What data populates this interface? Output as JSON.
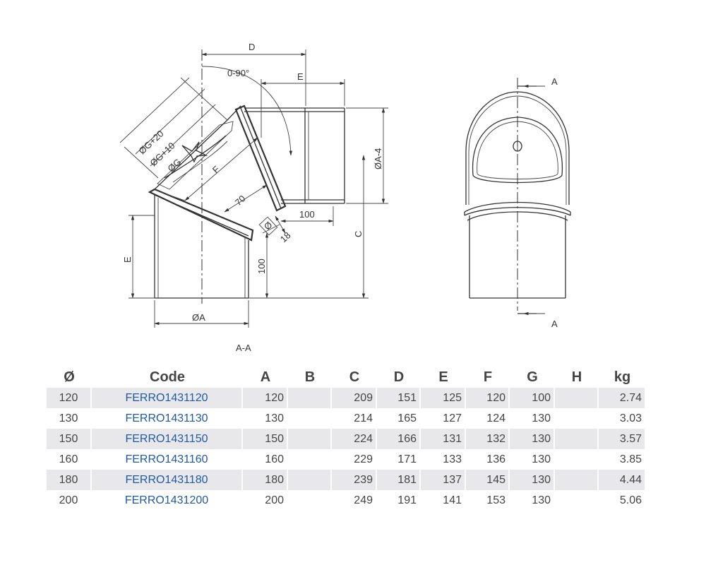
{
  "drawing": {
    "labels": {
      "d": "D",
      "angle": "0-90°",
      "e_top": "E",
      "g20": "ØG+20",
      "g10": "ØG+10",
      "g": "ØG",
      "f": "F",
      "a4": "ØA-4",
      "seventy": "70",
      "hundred_h": "100",
      "c": "C",
      "eighteen": "18",
      "e_left": "E",
      "hundred_v": "100",
      "phi": "Ø",
      "a_diam": "ØA",
      "section": "A-A",
      "arrow_top": "A",
      "arrow_bottom": "A"
    }
  },
  "table": {
    "headers": [
      "Ø",
      "Code",
      "A",
      "B",
      "C",
      "D",
      "E",
      "F",
      "G",
      "H",
      "kg"
    ],
    "rows": [
      [
        "120",
        "FERRO1431120",
        "120",
        "",
        "209",
        "151",
        "125",
        "120",
        "100",
        "",
        "2.74"
      ],
      [
        "130",
        "FERRO1431130",
        "130",
        "",
        "214",
        "165",
        "127",
        "124",
        "130",
        "",
        "3.03"
      ],
      [
        "150",
        "FERRO1431150",
        "150",
        "",
        "224",
        "166",
        "131",
        "132",
        "130",
        "",
        "3.57"
      ],
      [
        "160",
        "FERRO1431160",
        "160",
        "",
        "229",
        "171",
        "133",
        "136",
        "130",
        "",
        "3.85"
      ],
      [
        "180",
        "FERRO1431180",
        "180",
        "",
        "239",
        "181",
        "137",
        "145",
        "130",
        "",
        "4.44"
      ],
      [
        "200",
        "FERRO1431200",
        "200",
        "",
        "249",
        "191",
        "141",
        "153",
        "130",
        "",
        "5.06"
      ]
    ]
  }
}
